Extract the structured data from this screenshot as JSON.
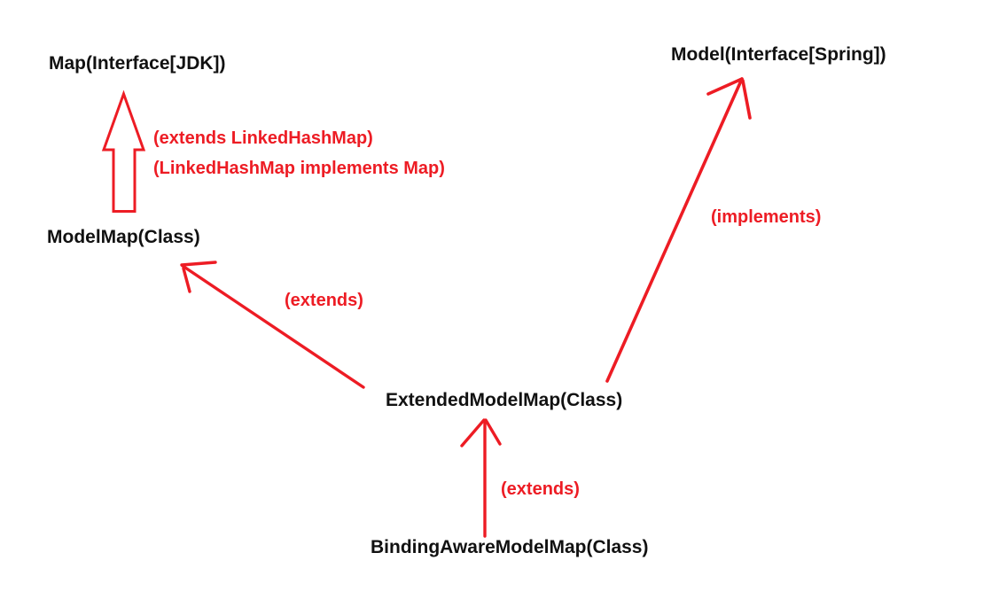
{
  "theme": {
    "background": "#ffffff",
    "arrow_red": "#ed1c24",
    "text_black": "#111111"
  },
  "nodes": [
    {
      "id": "map",
      "label": "Map(Interface[JDK])"
    },
    {
      "id": "model",
      "label": "Model(Interface[Spring])"
    },
    {
      "id": "modelmap",
      "label": "ModelMap(Class)"
    },
    {
      "id": "extendedmodelmap",
      "label": "ExtendedModelMap(Class)"
    },
    {
      "id": "bindingawaremodelmap",
      "label": "BindingAwareModelMap(Class)"
    }
  ],
  "annotations": [
    {
      "id": "note-extends-linkedhashmap",
      "label": "(extends LinkedHashMap)"
    },
    {
      "id": "note-linkedhashmap-implements-map",
      "label": "(LinkedHashMap implements Map)"
    },
    {
      "id": "note-implements",
      "label": "(implements)"
    },
    {
      "id": "note-extends-diagonal",
      "label": "(extends)"
    },
    {
      "id": "note-extends-vertical",
      "label": "(extends)"
    }
  ],
  "relations": [
    {
      "from": "ModelMap(Class)",
      "to": "Map(Interface[JDK])",
      "label": "extends LinkedHashMap / LinkedHashMap implements Map"
    },
    {
      "from": "ExtendedModelMap(Class)",
      "to": "ModelMap(Class)",
      "label": "(extends)"
    },
    {
      "from": "ExtendedModelMap(Class)",
      "to": "Model(Interface[Spring])",
      "label": "(implements)"
    },
    {
      "from": "BindingAwareModelMap(Class)",
      "to": "ExtendedModelMap(Class)",
      "label": "(extends)"
    }
  ]
}
